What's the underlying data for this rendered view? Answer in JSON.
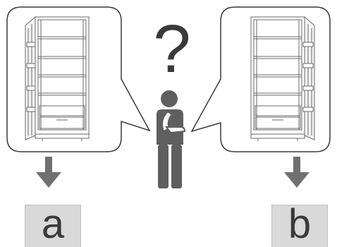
{
  "diagram": {
    "question_mark": "?",
    "options": [
      {
        "key": "a",
        "label": "a",
        "door_hinge": "left"
      },
      {
        "key": "b",
        "label": "b",
        "door_hinge": "right"
      }
    ],
    "colors": {
      "outline": "#3a3a3a",
      "fridge_line": "#6a6a6a",
      "person": "#5f5f5f",
      "arrow": "#707070",
      "label_box": "#d9d9d9"
    }
  }
}
